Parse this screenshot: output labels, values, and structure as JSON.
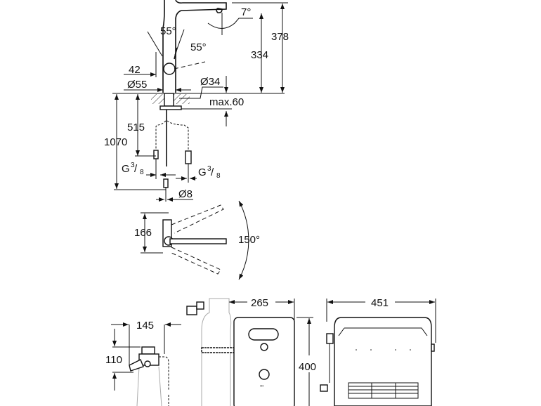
{
  "faucet_side_view": {
    "spout_tilt_angle": "7°",
    "total_height": "378",
    "spout_height": "334",
    "lever_angle_front": "55°",
    "lever_angle_side": "55°",
    "lever_offset": "42",
    "base_diameter": "Ø55",
    "hole_diameter": "Ø34",
    "max_countertop": "max.60",
    "shank_length": "515",
    "hose_length": "1070",
    "connection_left": {
      "g": "G",
      "sup": "3",
      "sub": "8"
    },
    "connection_right": {
      "g": "G",
      "sup": "3",
      "sub": "8"
    },
    "pipe_diameter": "Ø8"
  },
  "faucet_top_view": {
    "projection": "166",
    "swivel_angle": "150°"
  },
  "components": {
    "filter_width": "145",
    "filter_height": "110",
    "chiller_depth": "265",
    "chiller_height": "400",
    "chiller_width": "451"
  }
}
